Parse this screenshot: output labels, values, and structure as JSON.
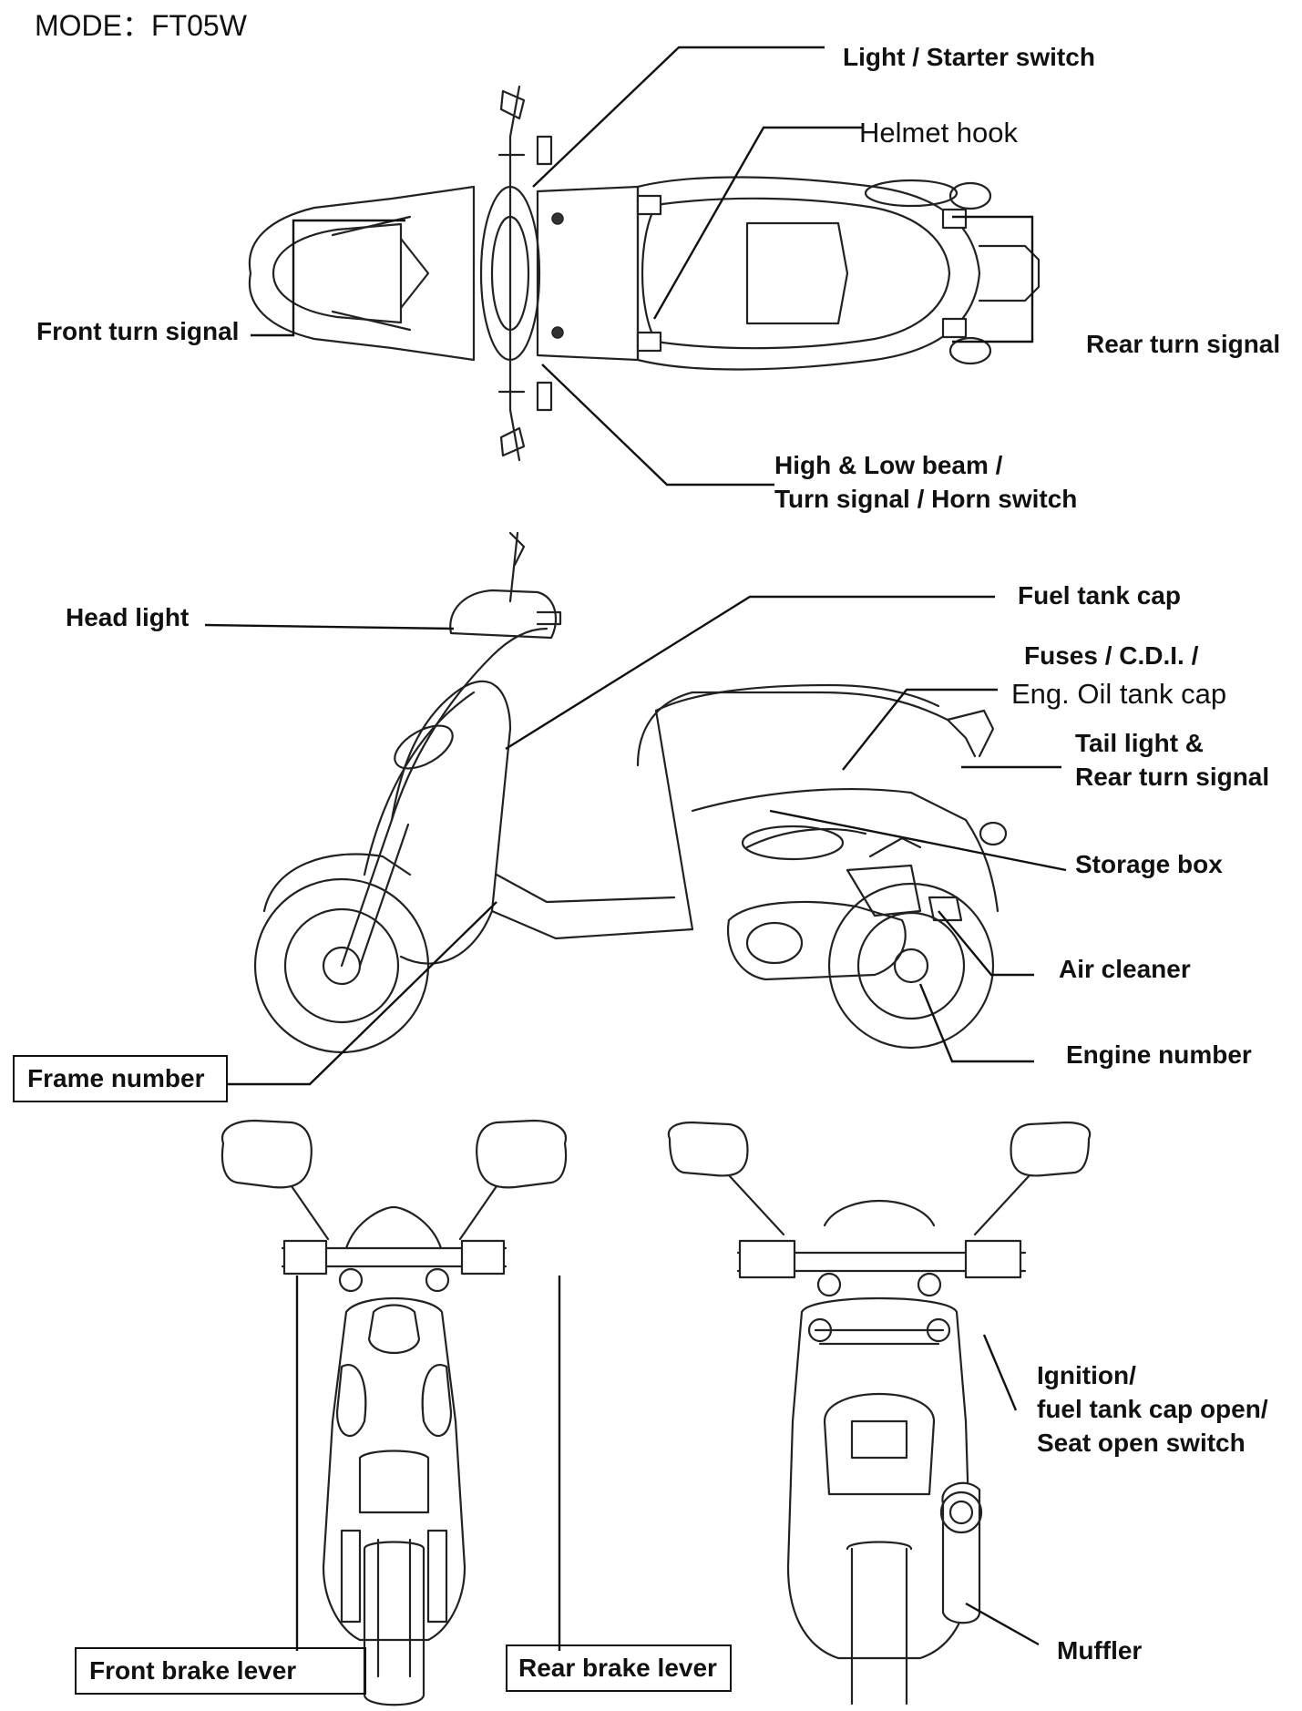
{
  "model": "MODE：FT05W",
  "labels": {
    "light_starter_switch": "Light / Starter switch",
    "helmet_hook": "Helmet hook",
    "front_turn_signal": "Front turn signal",
    "rear_turn_signal": "Rear turn signal",
    "beam_switch_line1": "High & Low beam /",
    "beam_switch_line2": "Turn signal / Horn switch",
    "fuel_tank_cap": "Fuel tank cap",
    "head_light": "Head light",
    "fuses_line1": "Fuses / C.D.I. /",
    "fuses_line2": "Eng. Oil tank cap",
    "tail_light_line1": "Tail light &",
    "tail_light_line2": "Rear turn signal",
    "storage_box": "Storage box",
    "air_cleaner": "Air cleaner",
    "engine_number": "Engine number",
    "frame_number": "Frame number",
    "ignition_line1": "Ignition/",
    "ignition_line2": "fuel tank cap open/",
    "ignition_line3": "Seat open switch",
    "front_brake_lever": "Front brake lever",
    "rear_brake_lever": "Rear brake lever",
    "muffler": "Muffler"
  },
  "colors": {
    "ink": "#111111",
    "background": "#ffffff"
  }
}
